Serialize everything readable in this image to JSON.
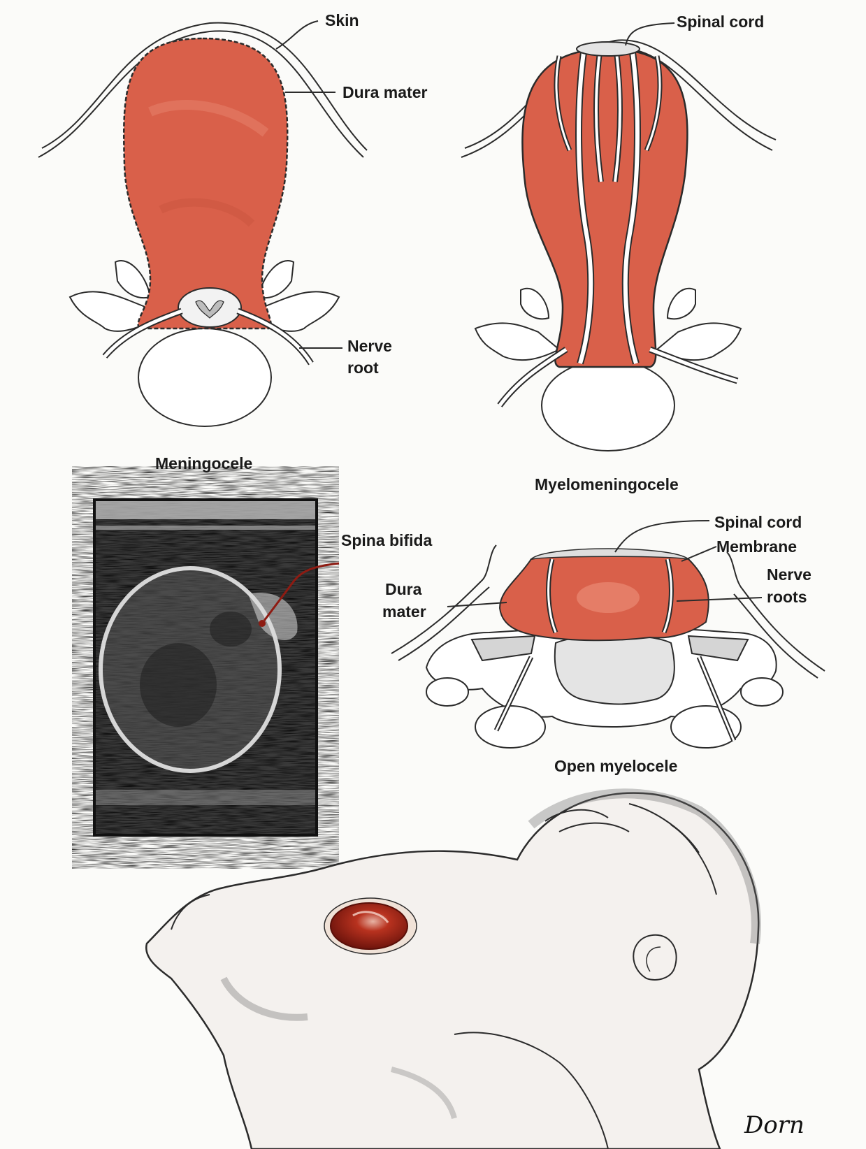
{
  "colors": {
    "tissue": "#d9604a",
    "tissue_light": "#e98a74",
    "ink": "#2b2b2b",
    "lesion": "#8e1b12"
  },
  "panels": {
    "meningocele": {
      "caption": "Meningocele",
      "labels": {
        "skin": "Skin",
        "dura": "Dura mater",
        "nerve_line1": "Nerve",
        "nerve_line2": "root"
      }
    },
    "myelomeningocele": {
      "caption": "Myelomeningocele",
      "labels": {
        "spinal_cord": "Spinal cord"
      }
    },
    "ultrasound": {
      "labels": {
        "spina_bifida": "Spina bifida"
      }
    },
    "open_myelocele": {
      "caption": "Open myelocele",
      "labels": {
        "spinal_cord": "Spinal cord",
        "membrane": "Membrane",
        "dura_line1": "Dura",
        "dura_line2": "mater",
        "nerve_line1": "Nerve",
        "nerve_line2": "roots"
      }
    },
    "infant": {
      "signature": "Dorn"
    }
  }
}
